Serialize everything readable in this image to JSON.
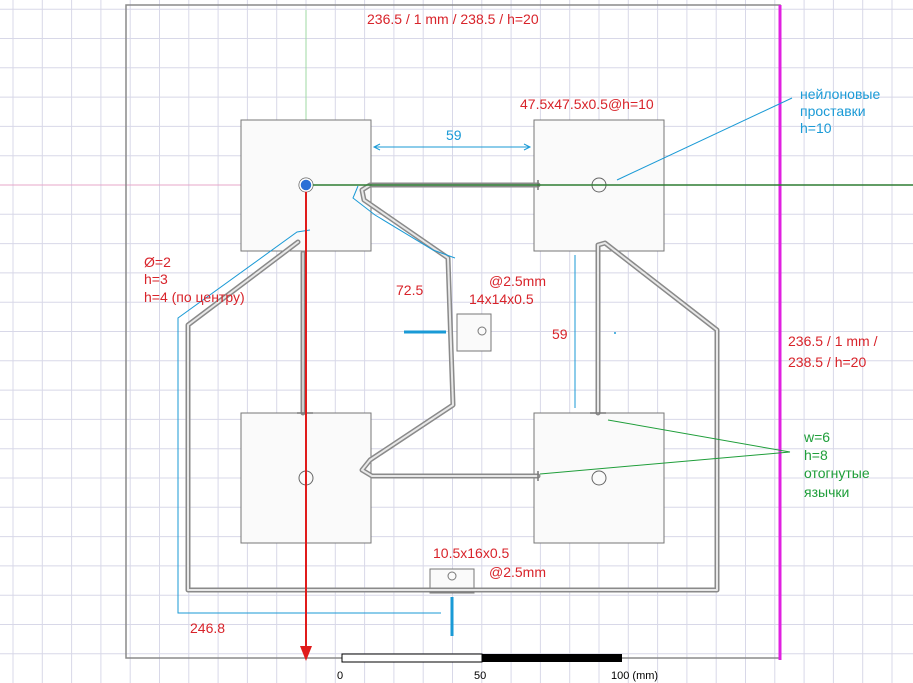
{
  "labels": {
    "top_title": "236.5 / 1 mm / 238.5 / h=20",
    "pad_dims": "47.5x47.5x0.5@h=10",
    "spacers_line1": "нейлоновые",
    "spacers_line2": "проставки",
    "spacers_line3": "h=10",
    "spacing_horizontal": "59",
    "spacing_vertical": "59",
    "wire_d": "Ø=2",
    "wire_h3": "h=3",
    "wire_h4": "h=4 (по центру)",
    "dim_72_5": "72.5",
    "center_feed_line1": "@2.5mm",
    "center_feed_line2": "14x14x0.5",
    "right_title_line1": "236.5 / 1 mm /",
    "right_title_line2": "238.5 / h=20",
    "tabs_line1": "w=6",
    "tabs_line2": "h=8",
    "tabs_line3": "отогнутые",
    "tabs_line4": "язычки",
    "bottom_feed_line1": "10.5x16x0.5",
    "bottom_feed_line2": "@2.5mm",
    "dim_246_8": "246.8"
  },
  "scale_bar": {
    "tick_0": "0",
    "tick_50": "50",
    "tick_100": "100 (mm)"
  },
  "colors": {
    "annotation_red": "#d8232a",
    "annotation_blue": "#1a9ad6",
    "annotation_green": "#1f9e3a",
    "axis_green": "#2e7d32",
    "axis_red": "#e01b1b",
    "border_magenta": "#e020e0",
    "grid": "#d8d8e8",
    "wire": "#8a8a8a"
  }
}
